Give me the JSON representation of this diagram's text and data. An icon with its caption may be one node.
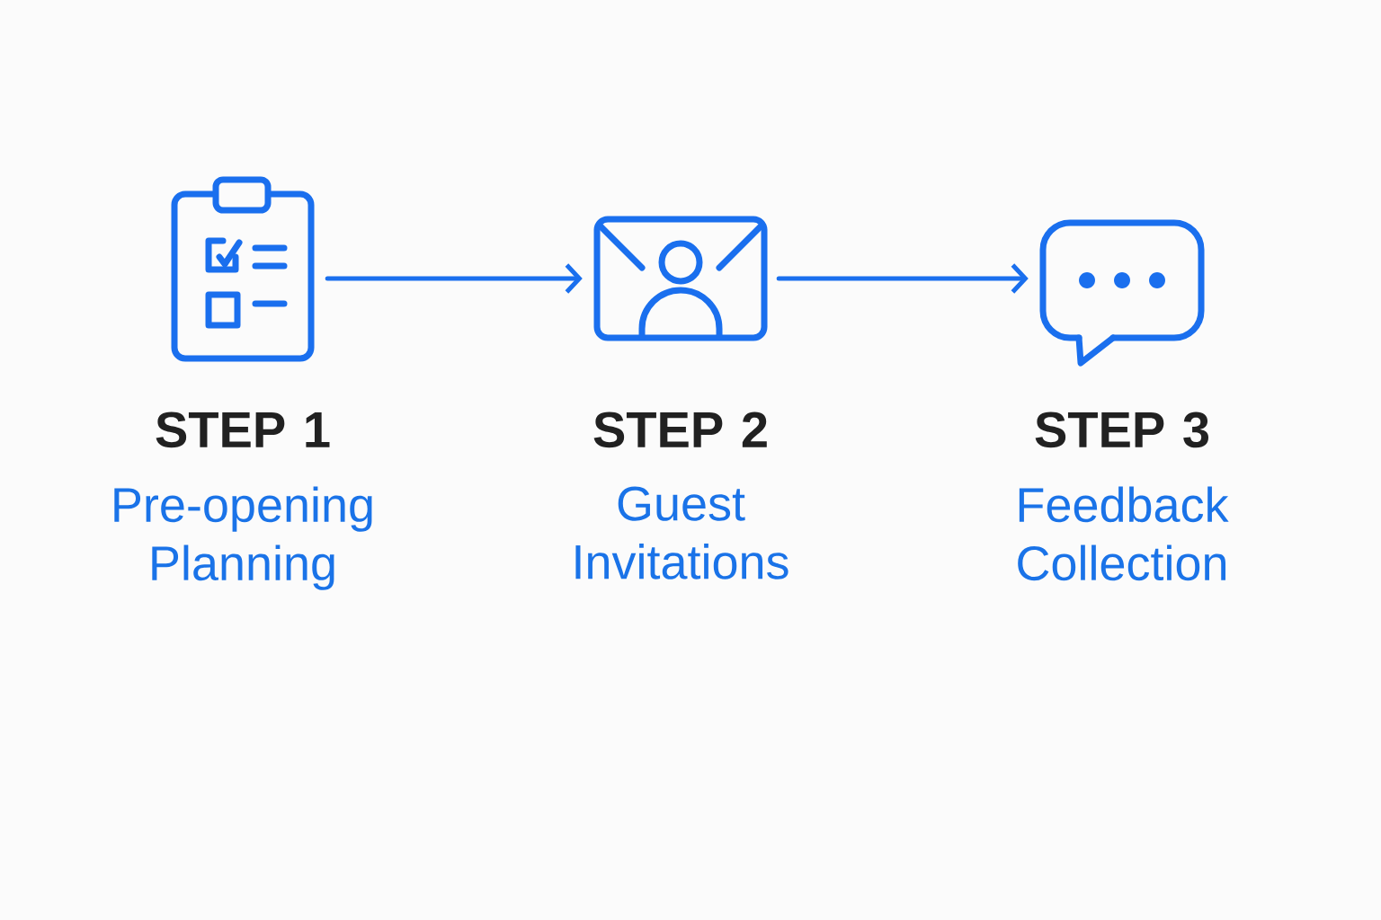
{
  "diagram": {
    "nodes": [
      {
        "text": [],
        "shape": "picture",
        "beside": [
          "STEP 1",
          "Pre-opening Planning"
        ]
      },
      {
        "text": [],
        "shape": "picture",
        "beside": [
          "STEP 2",
          "Guest Invitations"
        ]
      },
      {
        "text": [],
        "shape": "picture",
        "beside": [
          "STEP 3",
          "Feedback Collection"
        ]
      }
    ],
    "edges": [
      {
        "from": 0,
        "to": 1,
        "arrow": "to"
      },
      {
        "from": 1,
        "to": 2,
        "arrow": "to"
      }
    ]
  }
}
